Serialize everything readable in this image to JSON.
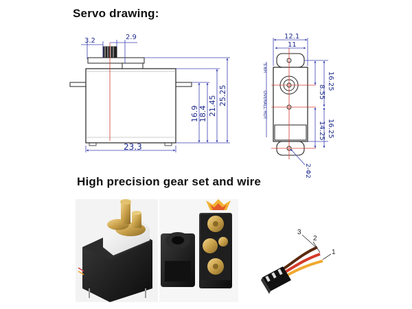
{
  "headings": {
    "servo_drawing": "Servo drawing:",
    "gear_wire": "High precision gear set and wire"
  },
  "side_view": {
    "dim_3_2": "3.2",
    "dim_2_9": "2.9",
    "dim_23_3": "23.3",
    "dim_16_9": "16.9",
    "dim_18_4": "18.4",
    "dim_21_45": "21.45",
    "dim_25_25": "25.25"
  },
  "front_view": {
    "dim_12_1": "12.1",
    "dim_11": "11",
    "dim_8_55": "8.55",
    "dim_16_25_top": "16.25",
    "dim_14_25": "14.25",
    "dim_16_25_bottom": "16.25",
    "dim_2_phi2": "2-Φ2",
    "vert_label_1": "5.6H",
    "vert_label_2": "OVERALL ROT"
  },
  "wire": {
    "pin_3": "3",
    "pin_2": "2",
    "pin_1": "1"
  },
  "colors": {
    "dimension": "#1c2a8c",
    "centerline": "#d23b2b",
    "servo_body": "#1a1a1a",
    "gear_gold": "#c9a04a"
  }
}
